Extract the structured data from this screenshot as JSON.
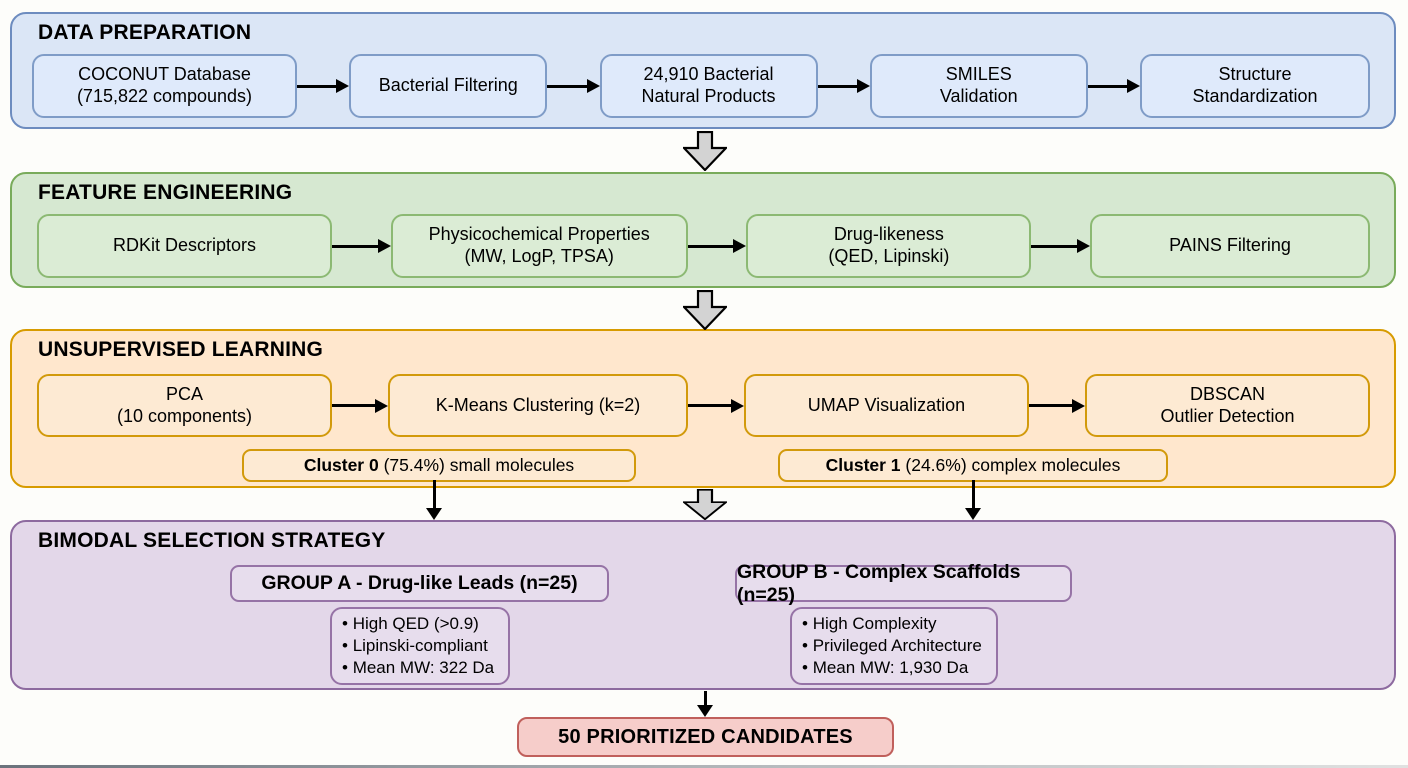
{
  "colors": {
    "bg": "#fdfdfa",
    "text": "#000000",
    "arrow": "#000000",
    "block-arrow-fill": "#d3d3d3",
    "blue-fill": "#dbe6f6",
    "blue-border": "#6d8cbf",
    "blue-box-fill": "#dfeafb",
    "blue-box-border": "#7f9cc7",
    "green-fill": "#d6e8d1",
    "green-border": "#79ab5b",
    "green-box-fill": "#dbecd5",
    "green-box-border": "#8cb973",
    "orange-fill": "#ffe7cd",
    "orange-border": "#d79b00",
    "orange-box-fill": "#fdead3",
    "orange-box-border": "#d29a0b",
    "purple-fill": "#e3d7e9",
    "purple-border": "#8d6a9f",
    "purple-box-fill": "#e7dded",
    "purple-box-border": "#9673a6",
    "pink-fill": "#f6cdca",
    "pink-border": "#c0605c"
  },
  "s1": {
    "title": "DATA PREPARATION",
    "boxes": [
      "COCONUT Database\n(715,822 compounds)",
      "Bacterial Filtering",
      "24,910 Bacterial\nNatural Products",
      "SMILES\nValidation",
      "Structure\nStandardization"
    ]
  },
  "s2": {
    "title": "FEATURE ENGINEERING",
    "boxes": [
      "RDKit Descriptors",
      "Physicochemical Properties\n(MW, LogP, TPSA)",
      "Drug-likeness\n(QED, Lipinski)",
      "PAINS Filtering"
    ]
  },
  "s3": {
    "title": "UNSUPERVISED LEARNING",
    "boxes": [
      "PCA\n(10 components)",
      "K-Means Clustering (k=2)",
      "UMAP Visualization",
      "DBSCAN\nOutlier Detection"
    ],
    "clusters": [
      {
        "strong": "Cluster 0",
        "rest": " (75.4%) small molecules"
      },
      {
        "strong": "Cluster 1",
        "rest": " (24.6%) complex molecules"
      }
    ]
  },
  "s4": {
    "title": "BIMODAL SELECTION STRATEGY",
    "groups": [
      {
        "header": "GROUP A - Drug-like Leads (n=25)",
        "bullets": [
          "High QED (>0.9)",
          "Lipinski-compliant",
          "Mean MW: 322 Da"
        ]
      },
      {
        "header": "GROUP B - Complex Scaffolds (n=25)",
        "bullets": [
          "High Complexity",
          "Privileged Architecture",
          "Mean MW: 1,930 Da"
        ]
      }
    ]
  },
  "final": {
    "label": "50 PRIORITIZED CANDIDATES"
  }
}
